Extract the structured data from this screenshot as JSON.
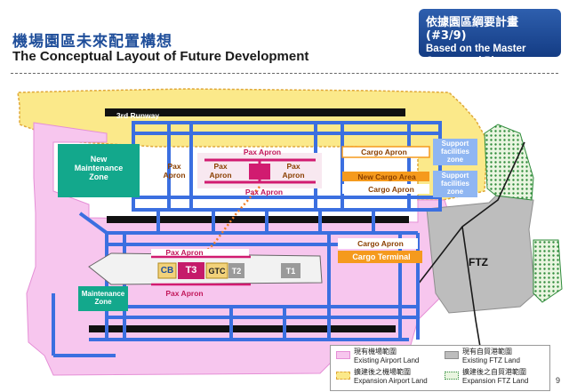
{
  "header": {
    "title_zh": "機場園區未來配置構想",
    "title_en": "The Conceptual Layout of Future Development",
    "badge_zh": "依據園區綱要計畫(#3/9)",
    "badge_en_1": "Based on the Master",
    "badge_en_2": "Conceptual Plan"
  },
  "map": {
    "labels": {
      "runway3": "3rd Runway",
      "new_maint": "New\nMaintenance\nZone",
      "pax_apron_top": "Pax Apron",
      "pax_apron_left1": "Pax\nApron",
      "pax_apron_left2": "Pax\nApron",
      "pax_apron_right": "Pax\nApron",
      "pax_apron_mid": "Pax Apron",
      "cargo_apron_1": "Cargo Apron",
      "new_cargo_area": "New Cargo Area",
      "cargo_apron_2": "Cargo Apron",
      "support_1": "Support\nfacilities\nzone",
      "support_2": "Support\nfacilities\nzone",
      "pax_apron_t3": "Pax Apron",
      "cargo_apron_3": "Cargo Apron",
      "cargo_terminal": "Cargo Terminal",
      "cb": "CB",
      "t3": "T3",
      "gtc": "GTC",
      "t2": "T2",
      "t1": "T1",
      "pax_apron_bottom": "Pax Apron",
      "maint_zone": "Maintenance\nZone",
      "ftz": "FTZ"
    }
  },
  "legend": {
    "existing_airport_zh": "現有機場範圍",
    "existing_airport_en": "Existing Airport Land",
    "expansion_airport_zh": "擴建後之機場範圍",
    "expansion_airport_en": "Expansion Airport Land",
    "existing_ftz_zh": "現有自貿港範圍",
    "existing_ftz_en": "Existing FTZ Land",
    "expansion_ftz_zh": "擴建後之自貿港範圍",
    "expansion_ftz_en": "Expansion FTZ Land"
  },
  "page_number": "9",
  "colors": {
    "title_blue": "#1f4e9a",
    "taxiway_blue": "#3b6fe0",
    "expansion_yellow": "#fbe98a",
    "existing_pink": "#f7c6ee",
    "teal_zone": "#13a88c",
    "cargo_orange": "#f59a1d",
    "ftz_green": "#2e8b3a"
  }
}
